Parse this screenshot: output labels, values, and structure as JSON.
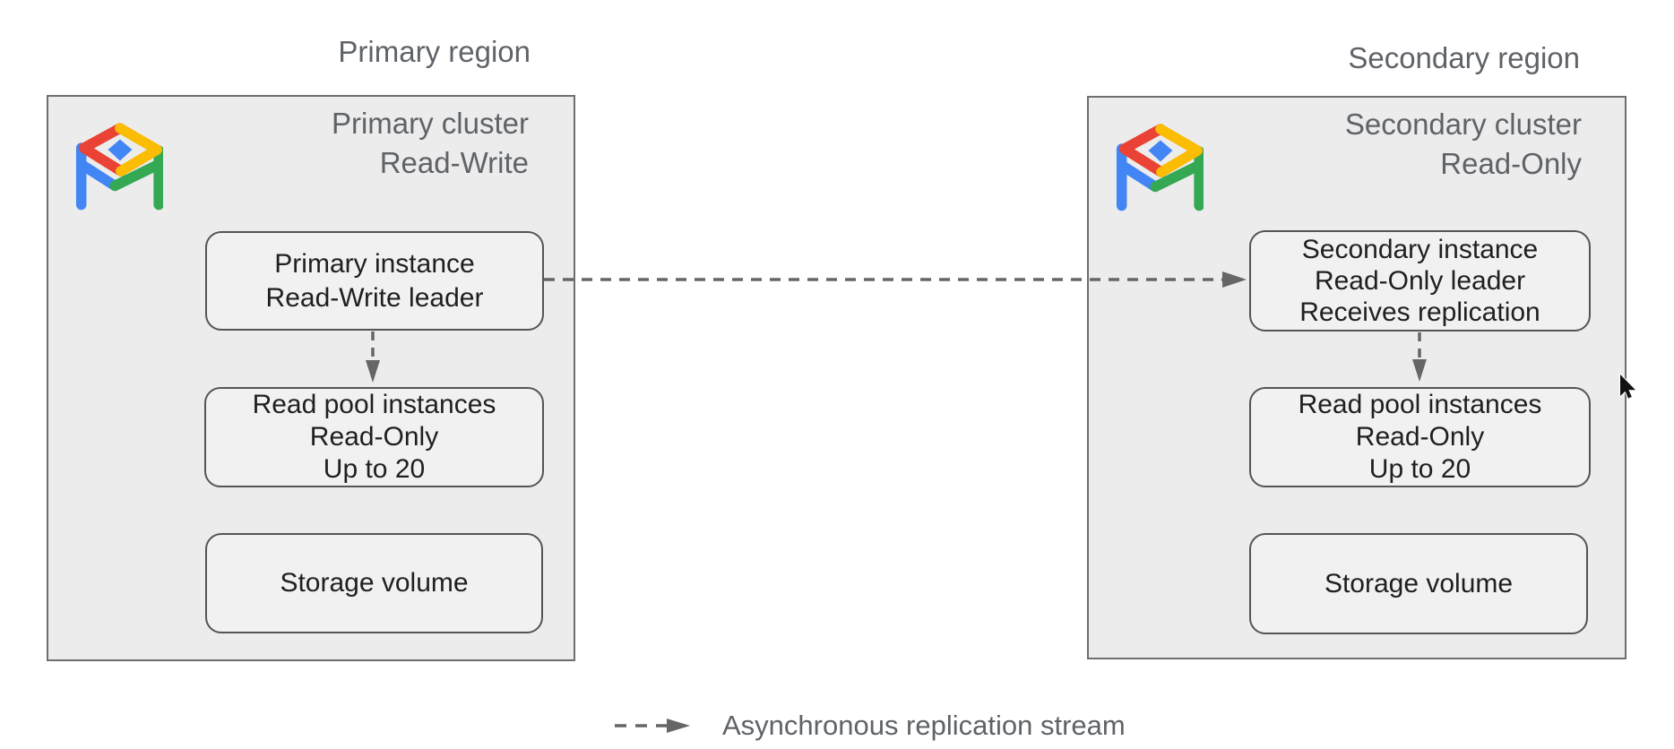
{
  "primary_region": {
    "label": "Primary region",
    "cluster_title": "Primary cluster",
    "cluster_subtitle": "Read-Write",
    "primary_instance": {
      "line1": "Primary instance",
      "line2": "Read-Write leader"
    },
    "read_pool": {
      "line1": "Read pool instances",
      "line2": "Read-Only",
      "line3": "Up to 20"
    },
    "storage": "Storage volume"
  },
  "secondary_region": {
    "label": "Secondary region",
    "cluster_title": "Secondary cluster",
    "cluster_subtitle": "Read-Only",
    "secondary_instance": {
      "line1": "Secondary instance",
      "line2": "Read-Only leader",
      "line3": "Receives replication"
    },
    "read_pool": {
      "line1": "Read pool instances",
      "line2": "Read-Only",
      "line3": "Up to 20"
    },
    "storage": "Storage volume"
  },
  "legend": {
    "replication_label": "Asynchronous replication stream"
  },
  "icons": {
    "alloydb": "alloydb-icon",
    "cursor": "mouse-cursor-icon",
    "replication_arrow": "dashed-arrow-icon"
  },
  "colors": {
    "icon_red": "#EA4335",
    "icon_yellow": "#FBBC04",
    "icon_green": "#34A853",
    "icon_blue": "#4285F4",
    "cluster_fill": "#ececec",
    "node_fill": "#f1f1f1",
    "node_border": "#545454",
    "cluster_border": "#6e6e6e",
    "text_dark": "#1f1f1f",
    "text_gray": "#5f6368",
    "arrow_gray": "#666666"
  }
}
